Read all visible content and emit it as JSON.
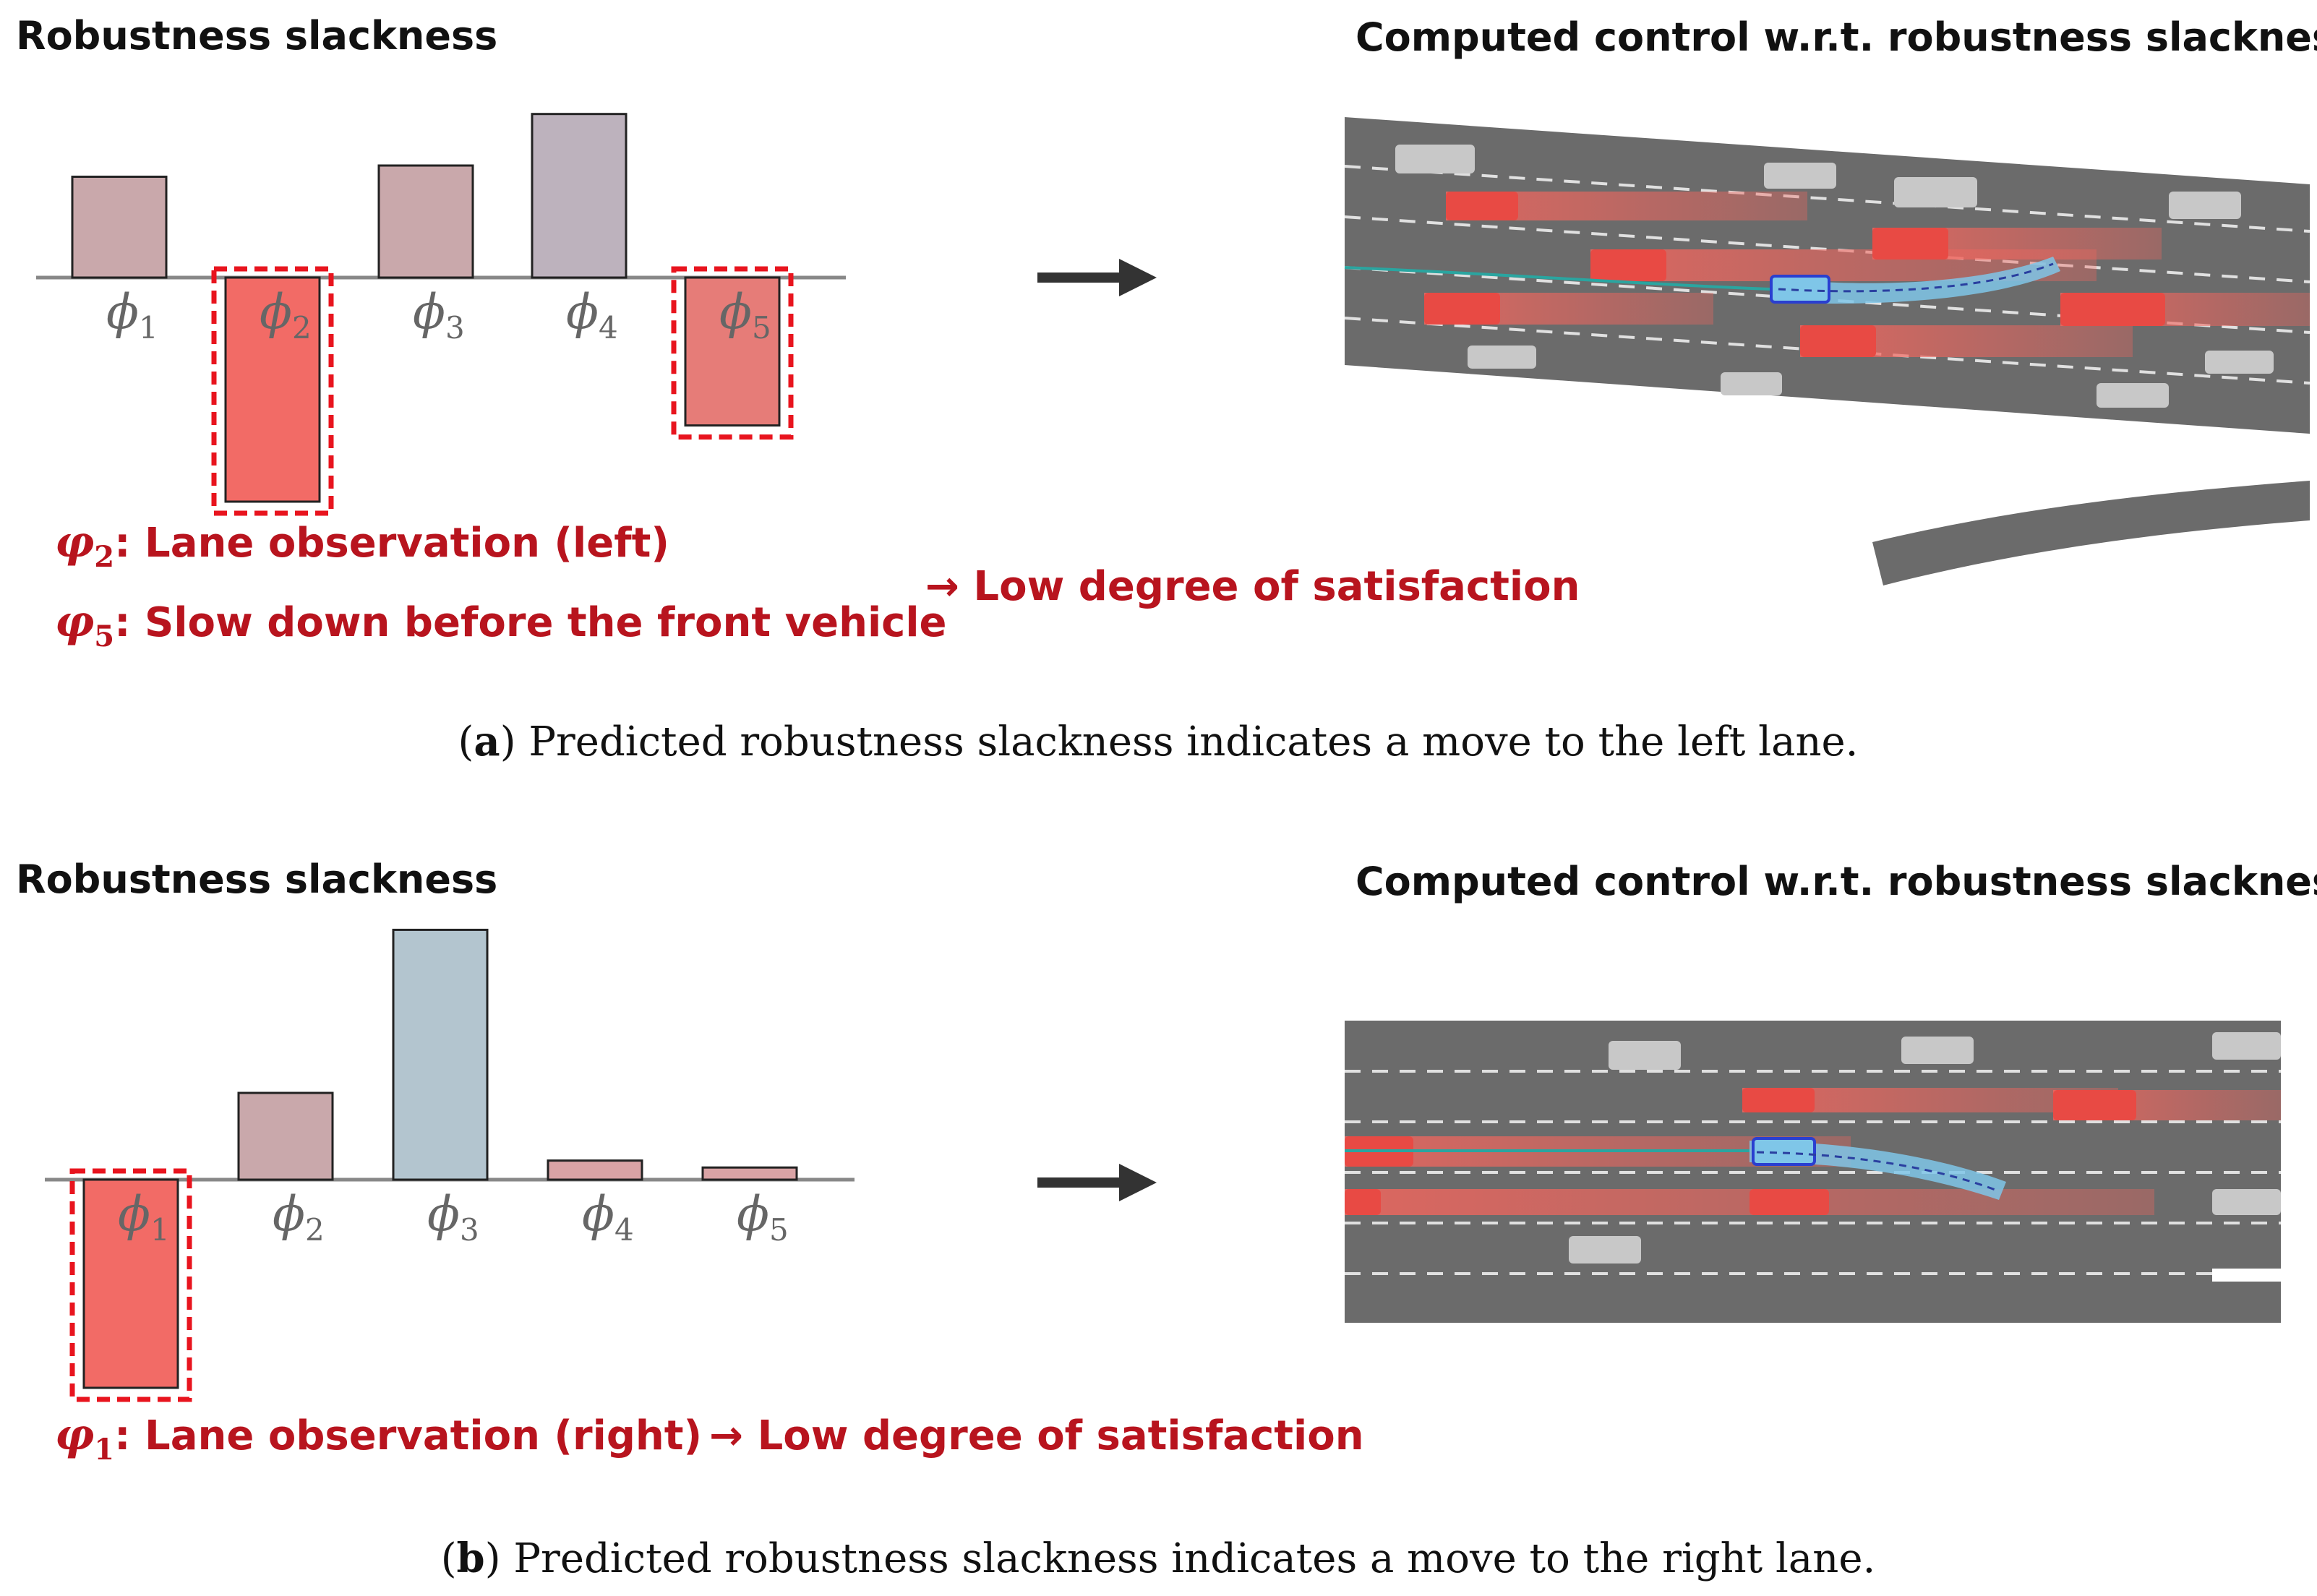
{
  "panel_a": {
    "chart_title": "Robustness slackness",
    "sim_title": "Computed control w.r.t. robustness slackness",
    "bars": [
      {
        "symbol": "ϕ",
        "sub": "1",
        "value": 0.45,
        "color": "#c9a8ab",
        "highlighted": false
      },
      {
        "symbol": "ϕ",
        "sub": "2",
        "value": -1.0,
        "color": "#f26b66",
        "highlighted": true
      },
      {
        "symbol": "ϕ",
        "sub": "3",
        "value": 0.5,
        "color": "#c9a8ab",
        "highlighted": false
      },
      {
        "symbol": "ϕ",
        "sub": "4",
        "value": 0.73,
        "color": "#bdb2bd",
        "highlighted": false
      },
      {
        "symbol": "ϕ",
        "sub": "5",
        "value": -0.66,
        "color": "#e67c78",
        "highlighted": true
      }
    ],
    "notes": [
      {
        "symbol": "φ",
        "sub": "2",
        "text": ": Lane observation (left)"
      },
      {
        "symbol": "φ",
        "sub": "5",
        "text": ": Slow down before the front vehicle"
      }
    ],
    "conclusion": "→ Low degree of satisfaction",
    "caption_label": "a",
    "caption_text": " Predicted robustness slackness indicates a move to the left lane."
  },
  "panel_b": {
    "chart_title": "Robustness slackness",
    "sim_title": "Computed control w.r.t. robustness slackness",
    "bars": [
      {
        "symbol": "ϕ",
        "sub": "1",
        "value": -0.6,
        "color": "#f26b66",
        "highlighted": true
      },
      {
        "symbol": "ϕ",
        "sub": "2",
        "value": 0.25,
        "color": "#c9a8ab",
        "highlighted": false
      },
      {
        "symbol": "ϕ",
        "sub": "3",
        "value": 0.72,
        "color": "#b3c5cf",
        "highlighted": false
      },
      {
        "symbol": "ϕ",
        "sub": "4",
        "value": 0.055,
        "color": "#d9a3a5",
        "highlighted": false
      },
      {
        "symbol": "ϕ",
        "sub": "5",
        "value": 0.035,
        "color": "#d9a3a5",
        "highlighted": false
      }
    ],
    "notes": [
      {
        "symbol": "φ",
        "sub": "1",
        "text": ": Lane observation (right)"
      }
    ],
    "conclusion": "→ Low degree of satisfaction",
    "caption_label": "b",
    "caption_text": " Predicted robustness slackness indicates a move to the right lane."
  },
  "colors": {
    "accent_red": "#b8141e",
    "highlight_dash": "#e8141e",
    "road": "#6b6b6b",
    "ego_blue": "#7fc6e8"
  }
}
